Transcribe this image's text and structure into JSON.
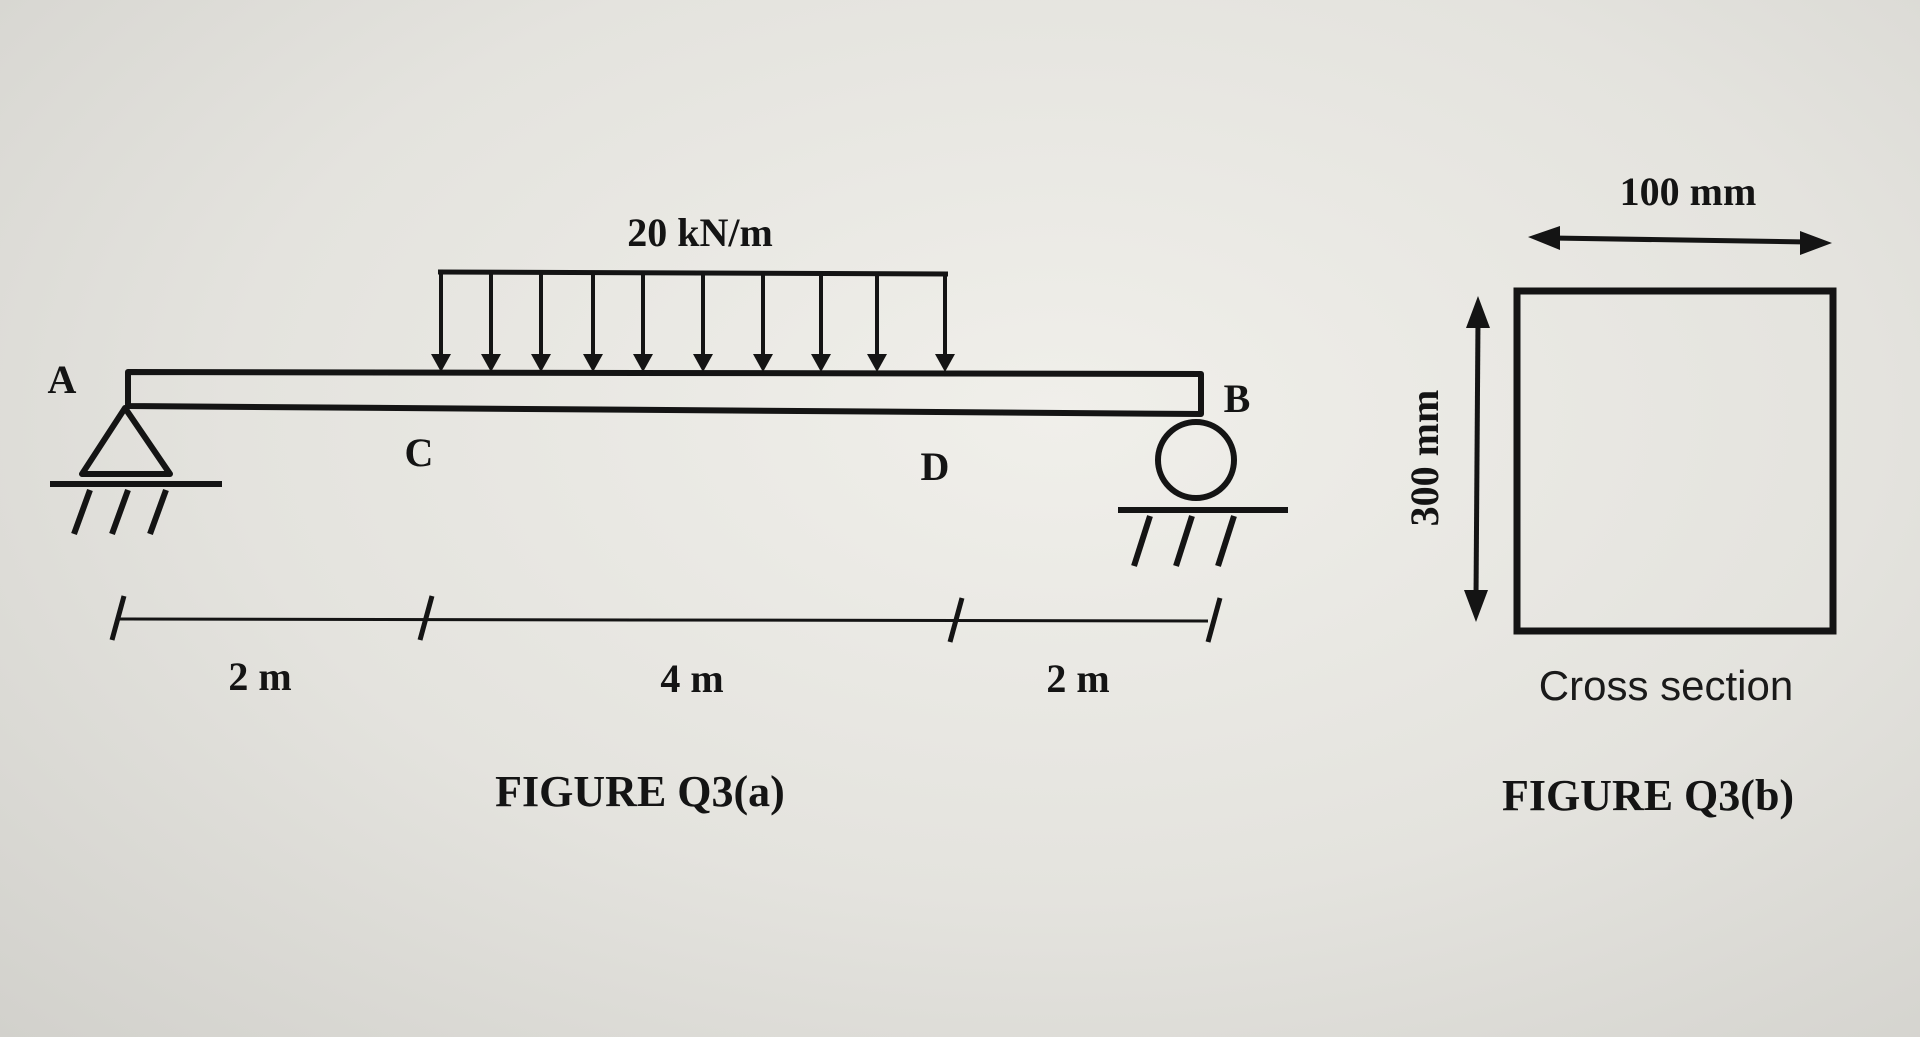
{
  "figure_a": {
    "caption": "FIGURE Q3(a)",
    "load_label": "20 kN/m",
    "point_a": "A",
    "point_b": "B",
    "point_c": "C",
    "point_d": "D",
    "span_ac": "2 m",
    "span_cd": "4 m",
    "span_db": "2 m"
  },
  "figure_b": {
    "caption": "FIGURE Q3(b)",
    "width_label": "100 mm",
    "height_label": "300 mm",
    "section_label": "Cross section"
  },
  "colors": {
    "ink": "#141414",
    "paper": "#e8e7e2"
  }
}
